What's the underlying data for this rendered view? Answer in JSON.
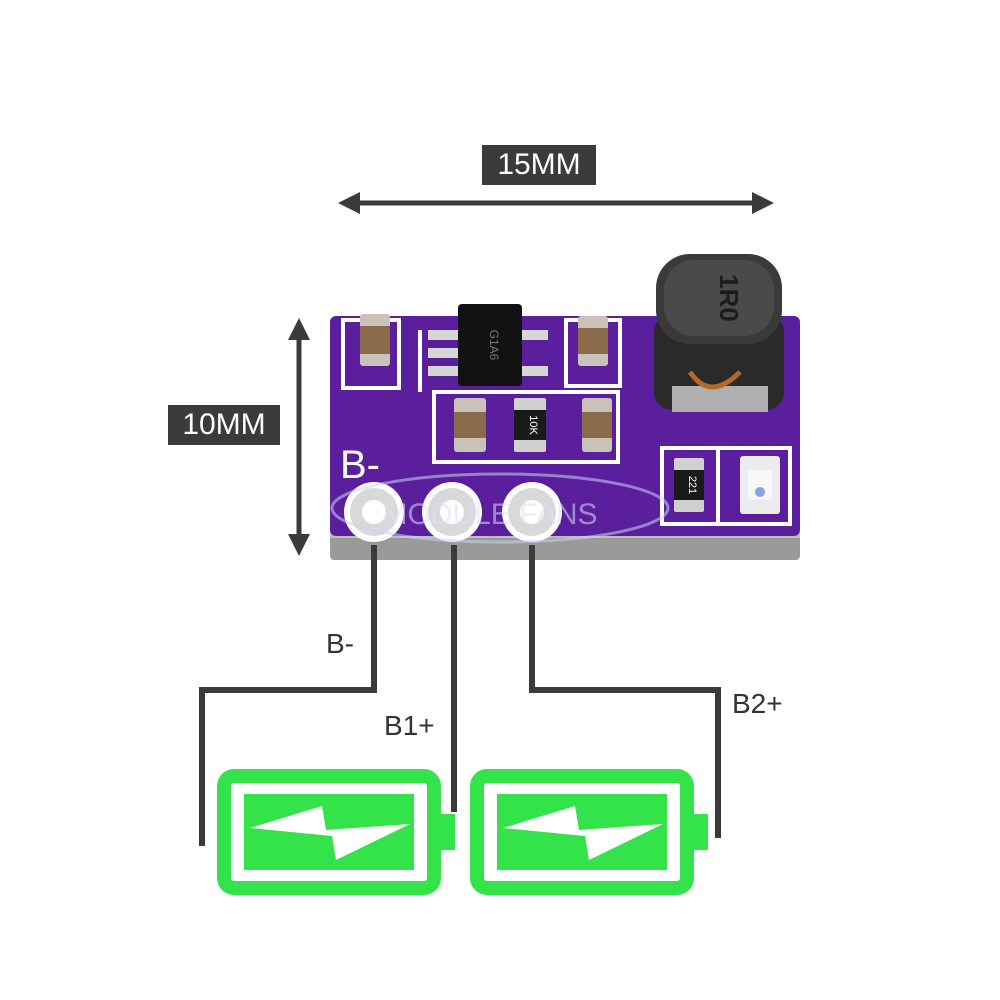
{
  "dimensions": {
    "width_label": "15MM",
    "height_label": "10MM"
  },
  "board": {
    "pad_label": "B-",
    "ic_marking": "G1A6",
    "inductor_marking": "1R0",
    "resistor_mid_marking": "10K",
    "resistor_right_marking": "221",
    "watermark": "MODULE FANS"
  },
  "wires": {
    "b_neg": "B-",
    "b1_pos": "B1+",
    "b2_pos": "B2+"
  },
  "colors": {
    "pcb": "#5b1f9e",
    "battery": "#34e34a",
    "wire": "#3b3b3b",
    "label_bg": "#3b3b3b"
  },
  "icons": [
    "battery-icon",
    "lightning-icon",
    "inductor-icon",
    "ic-chip-icon",
    "led-icon"
  ]
}
